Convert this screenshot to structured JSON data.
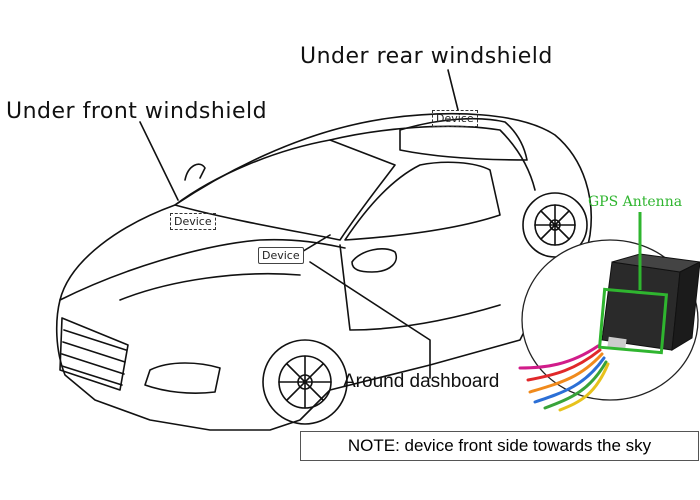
{
  "labels": {
    "rear": "Under rear windshield",
    "front": "Under front windshield",
    "dashboard": "Around dashboard",
    "gps": "GPS Antenna",
    "device_tag": "Device"
  },
  "note": "NOTE: device front side towards the sky",
  "colors": {
    "gps_accent": "#2fb52f",
    "line": "#111111"
  }
}
